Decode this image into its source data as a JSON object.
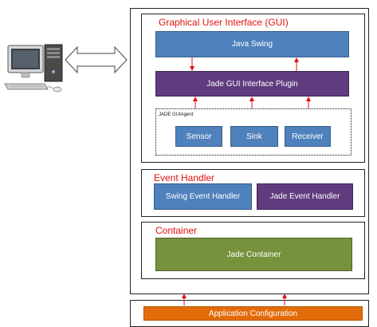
{
  "gui": {
    "title": "Graphical User Interface (GUI)",
    "java_swing": "Java Swing",
    "plugin": "Jade GUI Interface Plugin",
    "agent": {
      "title": "JADE GUIAgent",
      "components": [
        "Sensor",
        "Sink",
        "Receiver"
      ]
    }
  },
  "event_handler": {
    "title": "Event Handler",
    "swing": "Swing Event Handler",
    "jade": "Jade Event Handler"
  },
  "container": {
    "title": "Container",
    "jade_container": "Jade Container"
  },
  "app_config": "Application Configuration",
  "icons": [
    "computer-icon",
    "double-arrow-icon"
  ],
  "colors": {
    "title_red": "#e01010",
    "blue": "#4f81bd",
    "purple": "#5f3c7e",
    "green": "#76923c",
    "orange": "#e36c0a",
    "arrow_red": "#e01010"
  }
}
